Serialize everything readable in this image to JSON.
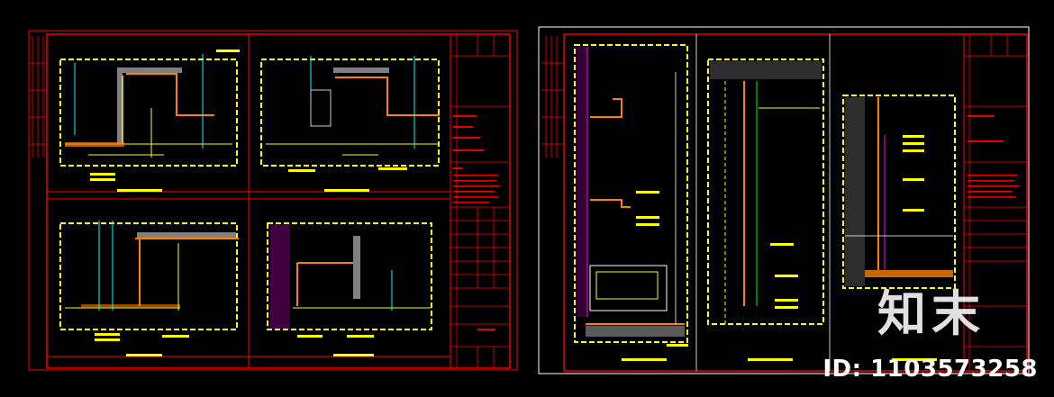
{
  "watermark": {
    "logo": "知末",
    "id": "ID: 1103573258"
  },
  "colors": {
    "background": "#000000",
    "frame": "#ff0000",
    "linework": "#ffff00",
    "accent_cyan": "#00ffff",
    "accent_white": "#ffffff",
    "accent_orange": "#ff8000",
    "accent_green": "#00ff00",
    "accent_magenta": "#ff00ff"
  },
  "sheets": [
    {
      "name": "left-sheet",
      "panels": 4
    },
    {
      "name": "right-sheet",
      "panels": 3
    }
  ]
}
